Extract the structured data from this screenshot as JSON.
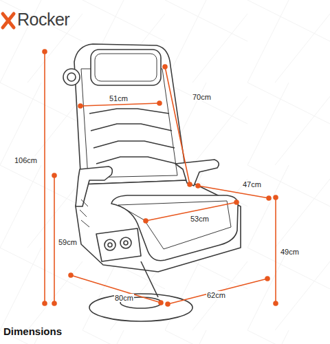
{
  "diagram": {
    "labels": [
      "Rocker",
      "51cm",
      "70cm",
      "106cm",
      "47cm",
      "53cm",
      "59cm",
      "49cm",
      "80cm",
      "62cm",
      "Dimensions"
    ]
  }
}
